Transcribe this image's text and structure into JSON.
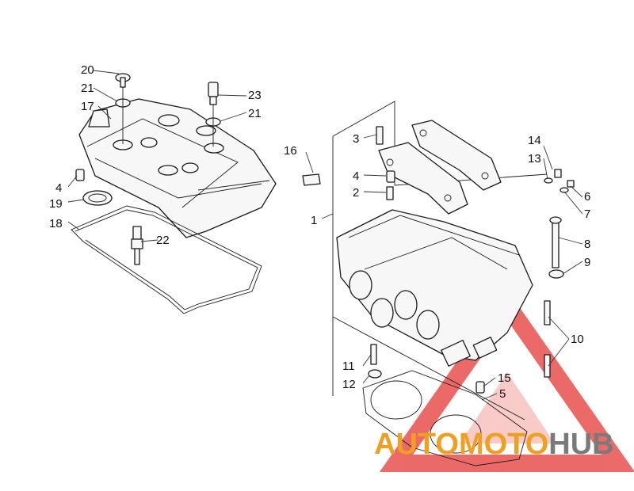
{
  "callouts": {
    "c1": "1",
    "c2": "2",
    "c3": "3",
    "c4a": "4",
    "c4b": "4",
    "c5": "5",
    "c6": "6",
    "c7": "7",
    "c8": "8",
    "c9": "9",
    "c10": "10",
    "c11": "11",
    "c12": "12",
    "c13": "13",
    "c14": "14",
    "c15": "15",
    "c16": "16",
    "c17": "17",
    "c18": "18",
    "c19": "19",
    "c20": "20",
    "c21a": "21",
    "c21b": "21",
    "c22": "22",
    "c23": "23"
  },
  "watermark": {
    "brand_part1": "AUTOMOTO",
    "brand_part2": "HUB",
    "color_primary": "#f0a020",
    "color_secondary": "#7a7a7a",
    "logo_color": "#e53935"
  }
}
